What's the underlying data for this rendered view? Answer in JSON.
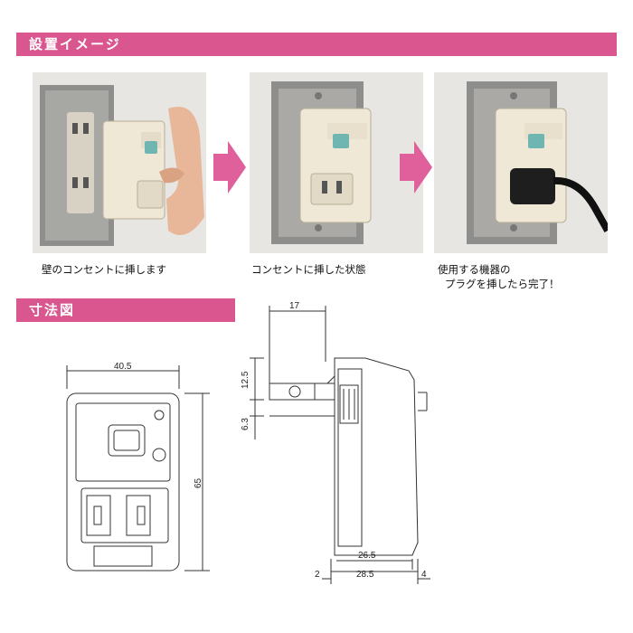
{
  "sections": {
    "install_title": "設置イメージ",
    "dimension_title": "寸法図"
  },
  "photos": [
    {
      "caption": "壁のコンセントに挿します"
    },
    {
      "caption": "コンセントに挿した状態"
    },
    {
      "caption_line1": "使用する機器の",
      "caption_line2": "プラグを挿したら完了！"
    }
  ],
  "dimensions": {
    "front_width": "40.5",
    "front_height": "65",
    "plug_length": "17",
    "plug_height": "12.5",
    "plug_offset": "6.3",
    "body_depth_inner": "26.5",
    "body_depth_total": "28.5",
    "left_margin": "2",
    "right_margin": "4"
  },
  "colors": {
    "accent": "#d9568f",
    "arrow": "#e0609c"
  }
}
